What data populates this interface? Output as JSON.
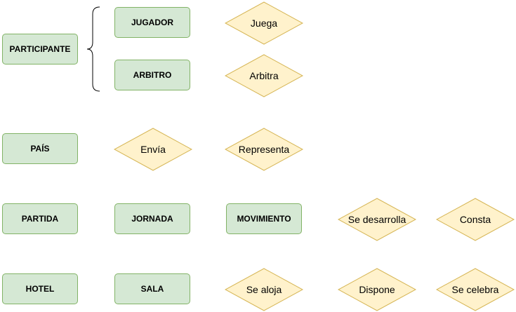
{
  "entities": {
    "participante": "PARTICIPANTE",
    "jugador": "JUGADOR",
    "arbitro": "ARBITRO",
    "pais": "PAÍS",
    "partida": "PARTIDA",
    "jornada": "JORNADA",
    "movimiento": "MOVIMIENTO",
    "hotel": "HOTEL",
    "sala": "SALA"
  },
  "relationships": {
    "juega": "Juega",
    "arbitra": "Arbitra",
    "envia": "Envía",
    "representa": "Representa",
    "se_desarrolla": "Se desarrolla",
    "consta": "Consta",
    "se_aloja": "Se aloja",
    "dispone": "Dispone",
    "se_celebra": "Se celebra"
  },
  "colors": {
    "entity_fill": "#d5e8d4",
    "entity_stroke": "#82b366",
    "relationship_fill": "#fff2cc",
    "relationship_stroke": "#d6b656"
  }
}
